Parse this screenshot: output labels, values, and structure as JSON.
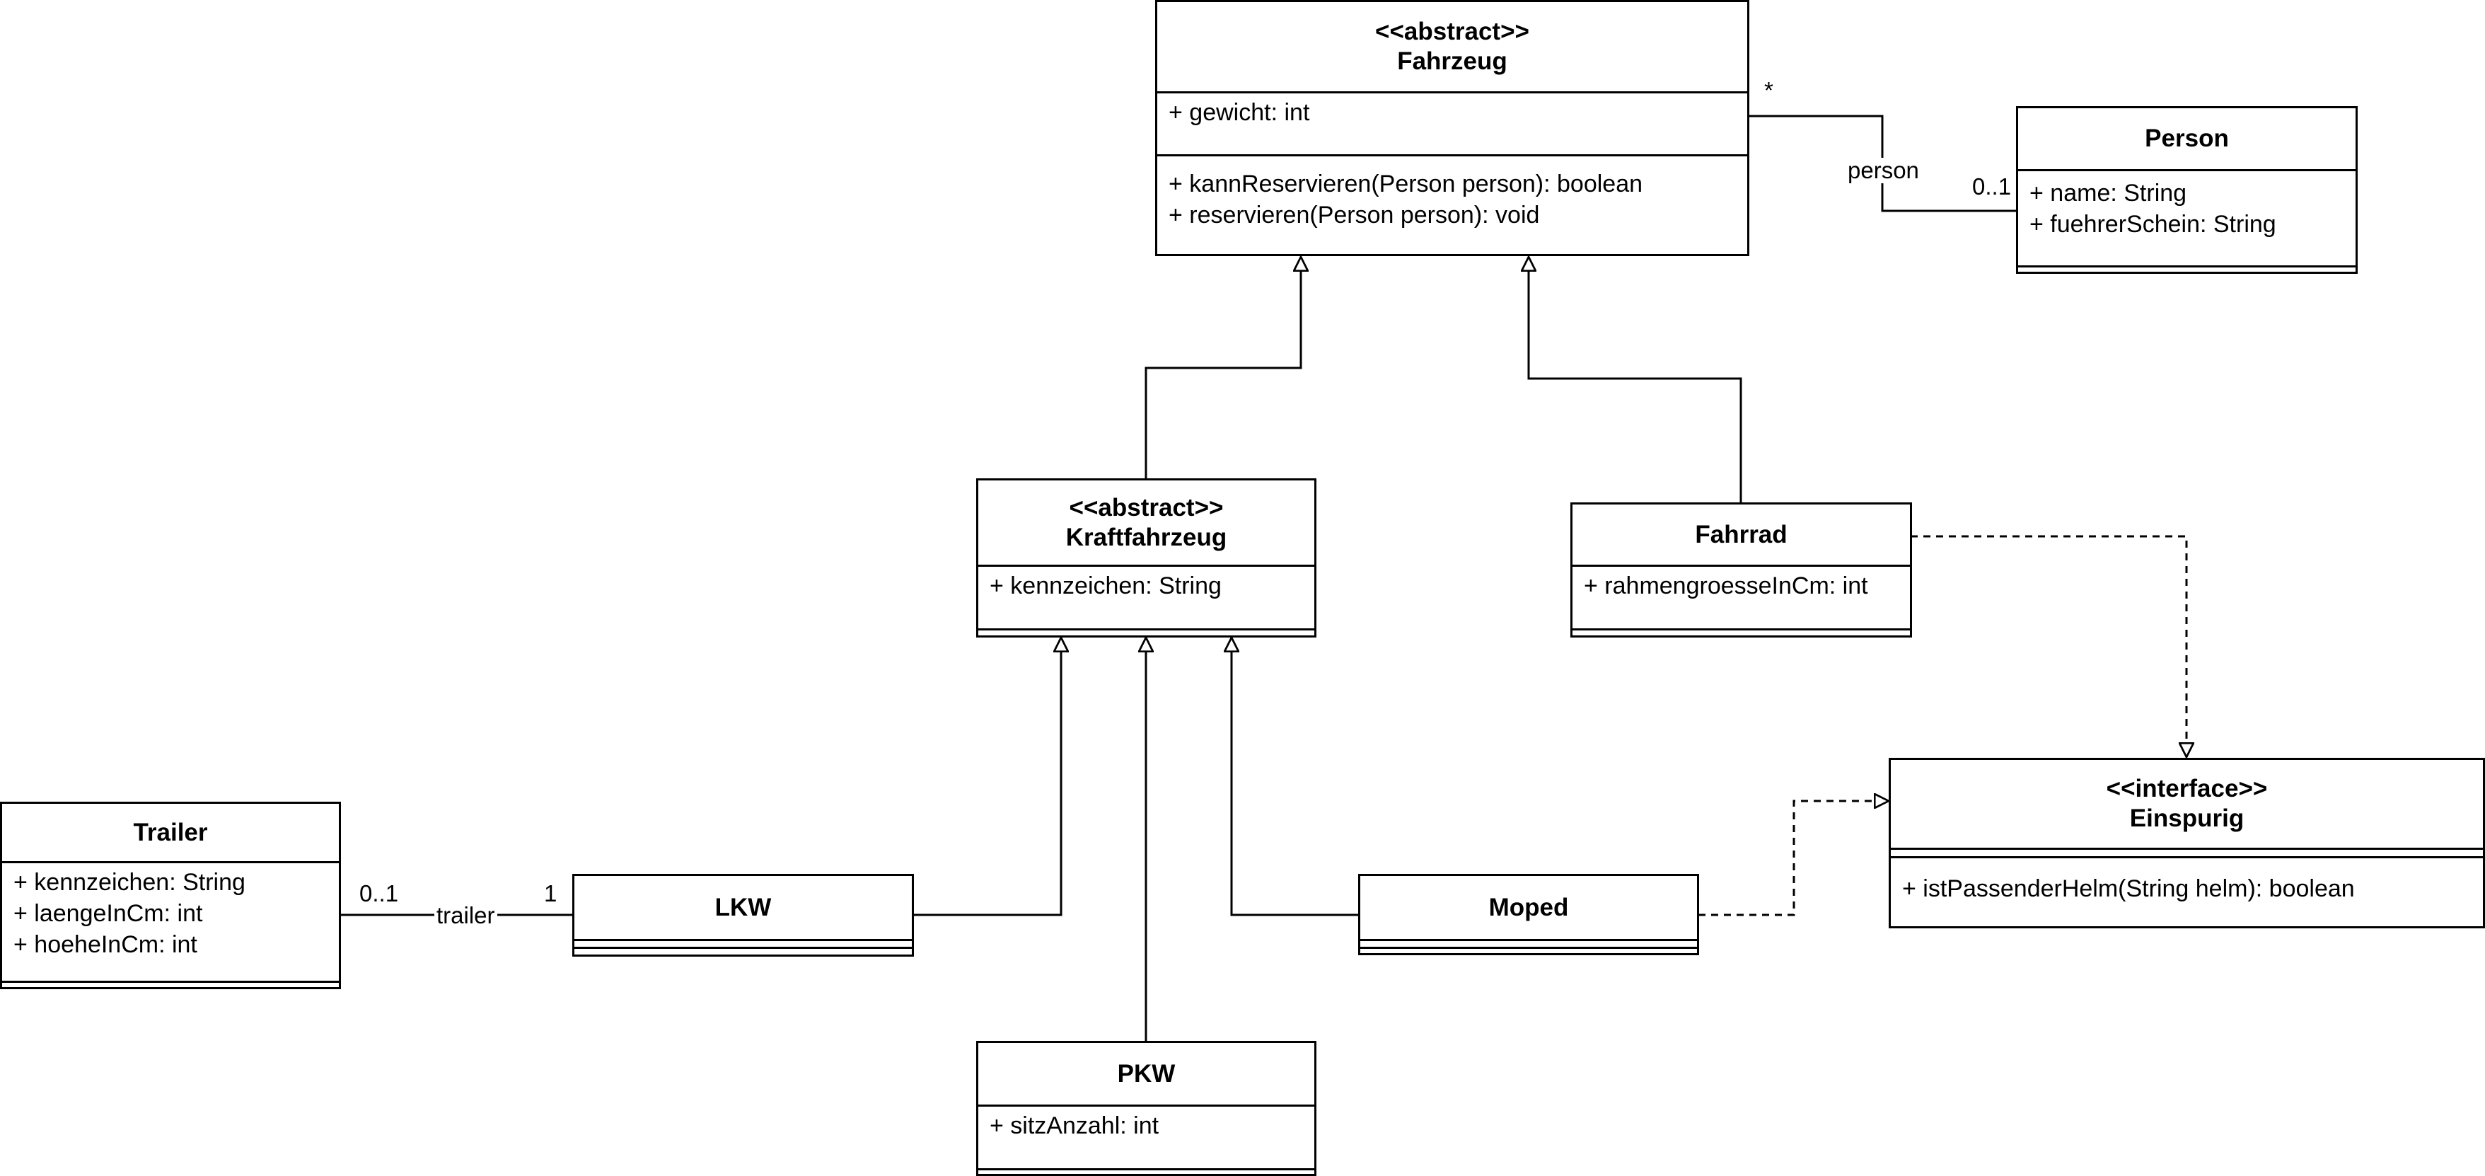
{
  "classes": {
    "fahrzeug": {
      "stereotype": "<<abstract>>",
      "name": "Fahrzeug",
      "attributes": [
        "+ gewicht: int"
      ],
      "methods": [
        "+ kannReservieren(Person person): boolean",
        "+ reservieren(Person person): void"
      ]
    },
    "person": {
      "name": "Person",
      "attributes": [
        "+ name: String",
        "+ fuehrerSchein: String"
      ]
    },
    "kraftfahrzeug": {
      "stereotype": "<<abstract>>",
      "name": "Kraftfahrzeug",
      "attributes": [
        "+ kennzeichen: String"
      ]
    },
    "fahrrad": {
      "name": "Fahrrad",
      "attributes": [
        "+ rahmengroesseInCm: int"
      ]
    },
    "trailer": {
      "name": "Trailer",
      "attributes": [
        "+ kennzeichen: String",
        "+ laengeInCm: int",
        "+ hoeheInCm: int"
      ]
    },
    "lkw": {
      "name": "LKW"
    },
    "moped": {
      "name": "Moped"
    },
    "einspurig": {
      "stereotype": "<<interface>>",
      "name": "Einspurig",
      "methods": [
        "+ istPassenderHelm(String helm): boolean"
      ]
    },
    "pkw": {
      "name": "PKW",
      "attributes": [
        "+ sitzAnzahl: int"
      ]
    }
  },
  "associations": {
    "person_assoc": {
      "role": "person",
      "mult_fahrzeug": "*",
      "mult_person": "0..1"
    },
    "trailer_assoc": {
      "role": "trailer",
      "mult_trailer": "0..1",
      "mult_lkw": "1"
    }
  }
}
